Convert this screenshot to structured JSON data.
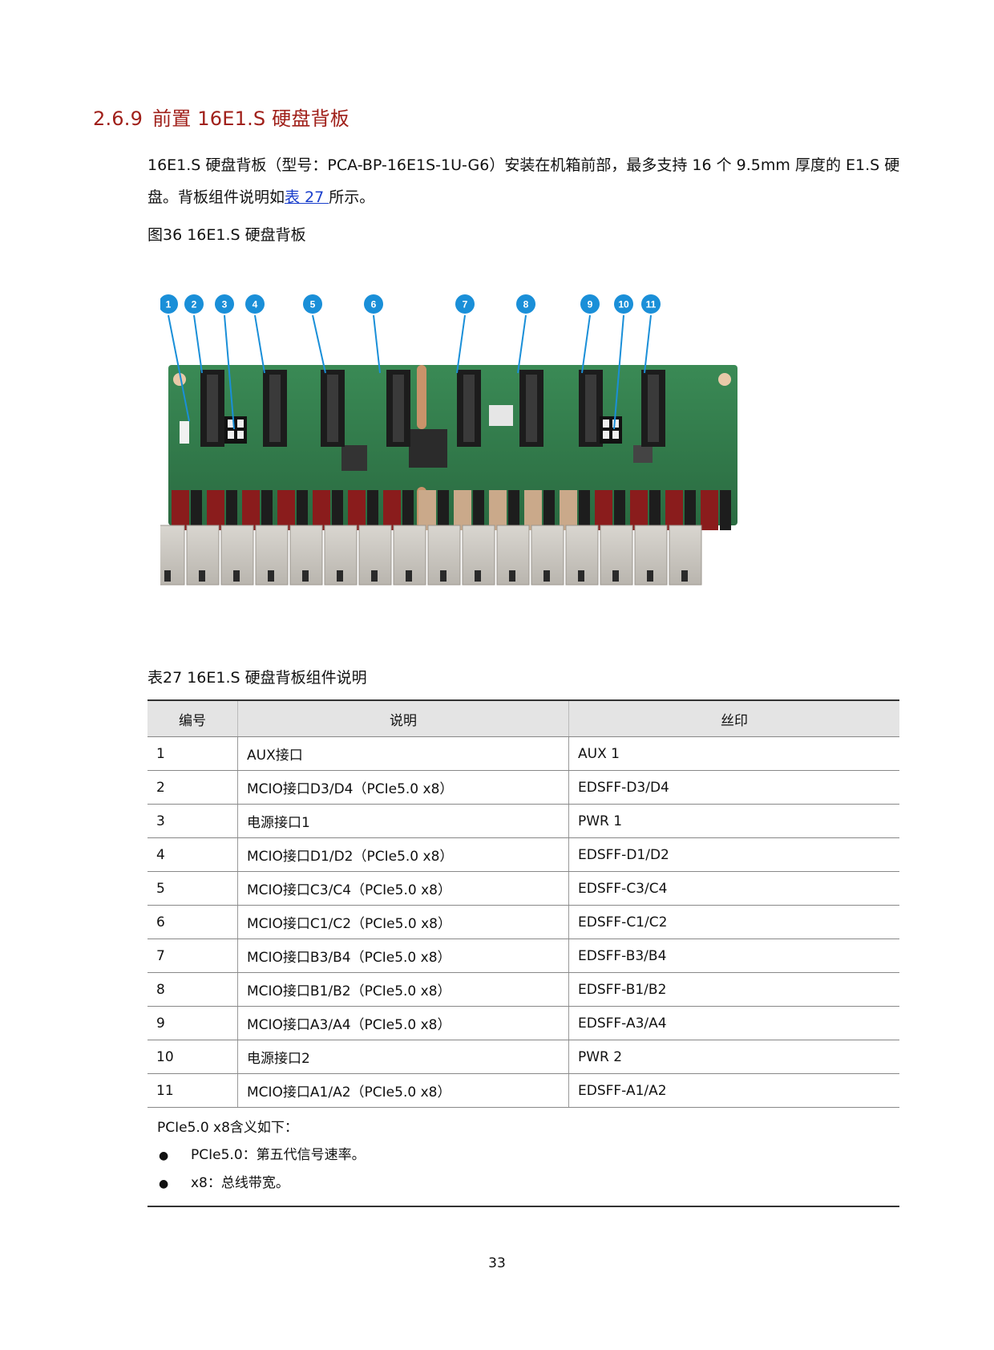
{
  "heading": {
    "number": "2.6.9",
    "title": "前置 16E1.S 硬盘背板"
  },
  "intro": {
    "text_before_link": "16E1.S 硬盘背板（型号：PCA-BP-16E1S-1U-G6）安装在机箱前部，最多支持 16 个 9.5mm 厚度的 E1.S 硬盘。背板组件说明如",
    "link_text": "表 27 ",
    "text_after_link": "所示。"
  },
  "figure": {
    "caption": "图36 16E1.S 硬盘背板",
    "callouts": [
      "1",
      "2",
      "3",
      "4",
      "5",
      "6",
      "7",
      "8",
      "9",
      "10",
      "11"
    ]
  },
  "table": {
    "caption": "表27 16E1.S 硬盘背板组件说明",
    "headers": [
      "编号",
      "说明",
      "丝印"
    ],
    "rows": [
      [
        "1",
        "AUX接口",
        "AUX 1"
      ],
      [
        "2",
        "MCIO接口D3/D4（PCIe5.0 x8）",
        "EDSFF-D3/D4"
      ],
      [
        "3",
        "电源接口1",
        "PWR 1"
      ],
      [
        "4",
        "MCIO接口D1/D2（PCIe5.0 x8）",
        "EDSFF-D1/D2"
      ],
      [
        "5",
        "MCIO接口C3/C4（PCIe5.0 x8）",
        "EDSFF-C3/C4"
      ],
      [
        "6",
        "MCIO接口C1/C2（PCIe5.0 x8）",
        "EDSFF-C1/C2"
      ],
      [
        "7",
        "MCIO接口B3/B4（PCIe5.0 x8）",
        "EDSFF-B3/B4"
      ],
      [
        "8",
        "MCIO接口B1/B2（PCIe5.0 x8）",
        "EDSFF-B1/B2"
      ],
      [
        "9",
        "MCIO接口A3/A4（PCIe5.0 x8）",
        "EDSFF-A3/A4"
      ],
      [
        "10",
        "电源接口2",
        "PWR 2"
      ],
      [
        "11",
        "MCIO接口A1/A2（PCIe5.0 x8）",
        "EDSFF-A1/A2"
      ]
    ],
    "note": {
      "intro": "PCIe5.0 x8含义如下：",
      "bullets": [
        "PCIe5.0：第五代信号速率。",
        "x8：总线带宽。"
      ]
    }
  },
  "colors": {
    "heading": "#a0201a",
    "link": "#1a3fcc",
    "callout": "#1a8fd8",
    "pcb": "#2f7a4a"
  },
  "page_number": "33"
}
